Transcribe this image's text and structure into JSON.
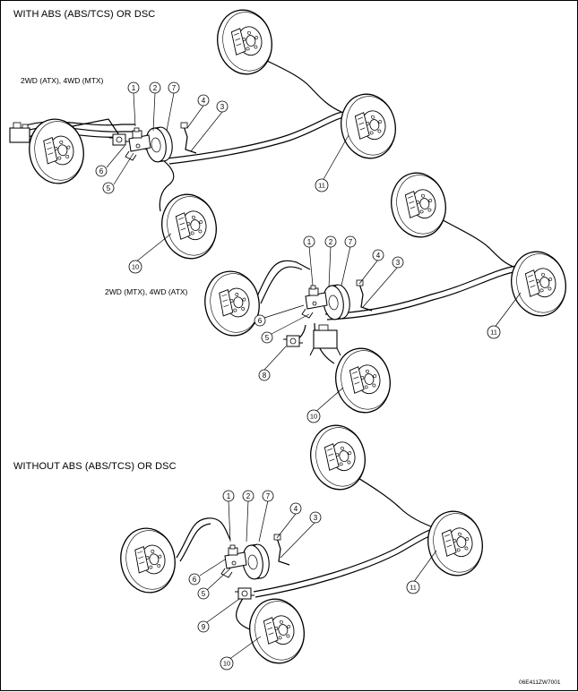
{
  "sections": {
    "with_abs": {
      "title": "WITH ABS (ABS/TCS) OR DSC",
      "variant_a": "2WD (ATX), 4WD (MTX)",
      "variant_b": "2WD (MTX), 4WD (ATX)"
    },
    "without_abs": {
      "title": "WITHOUT ABS (ABS/TCS) OR DSC"
    }
  },
  "callouts": [
    "1",
    "2",
    "7",
    "4",
    "3",
    "6",
    "5",
    "8",
    "9",
    "10",
    "11"
  ],
  "figure_code": "06E411ZW7001"
}
